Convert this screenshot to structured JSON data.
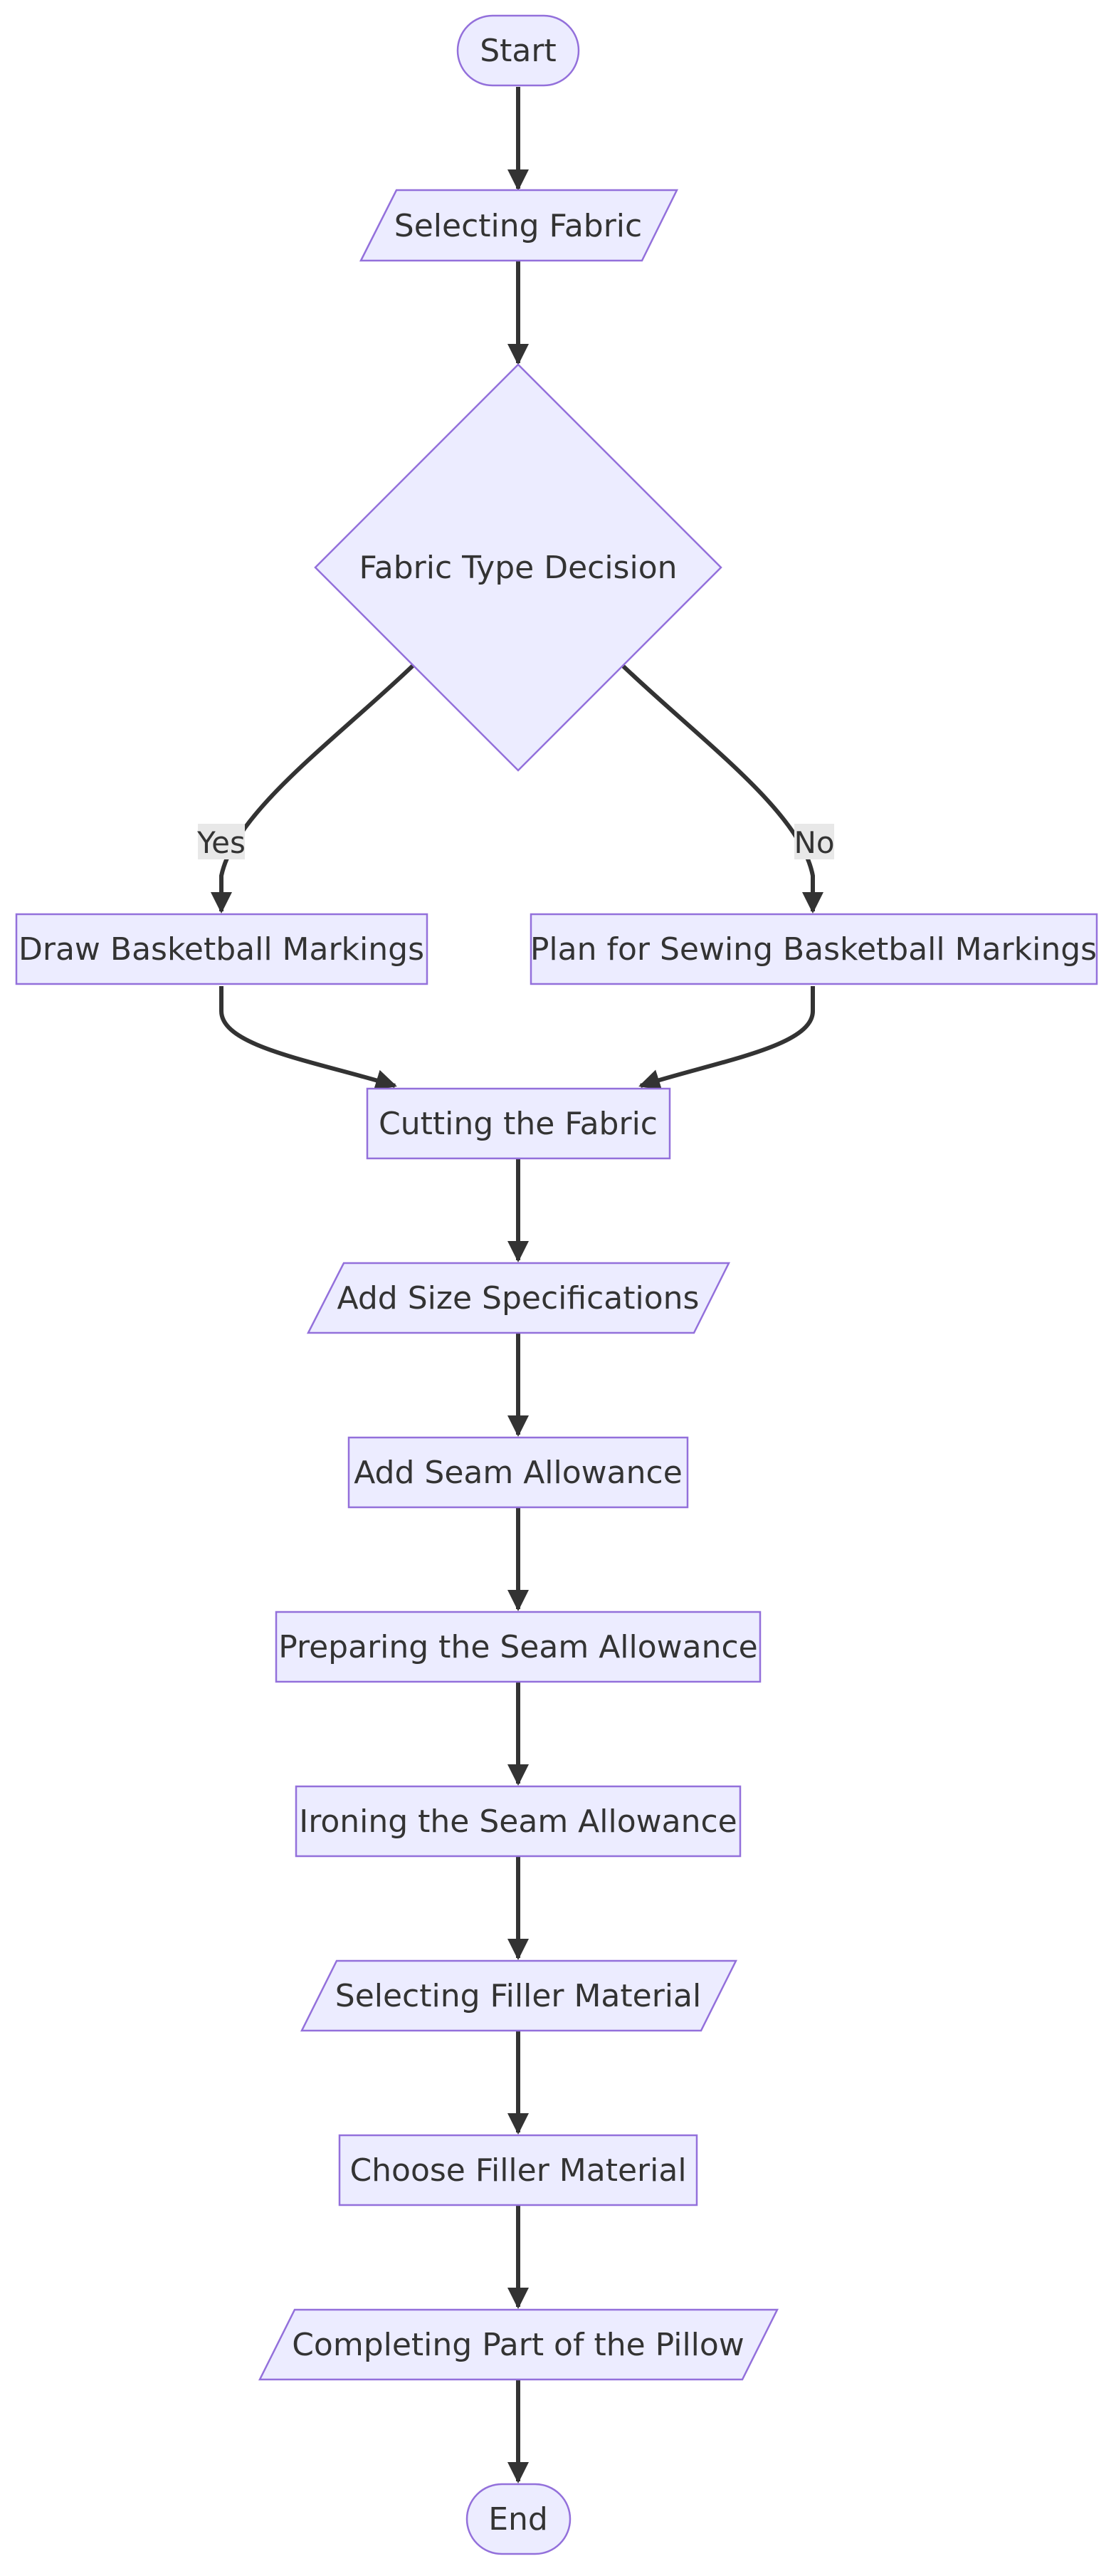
{
  "diagram": {
    "type": "flowchart",
    "nodes": {
      "start": "Start",
      "selecting_fabric": "Selecting Fabric",
      "fabric_type_decision": "Fabric Type Decision",
      "draw_markings": "Draw Basketball Markings",
      "plan_sewing": "Plan for Sewing Basketball Markings",
      "cutting_fabric": "Cutting the Fabric",
      "add_size": "Add Size Specifications",
      "add_seam": "Add Seam Allowance",
      "preparing_seam": "Preparing the Seam Allowance",
      "ironing_seam": "Ironing the Seam Allowance",
      "selecting_filler": "Selecting Filler Material",
      "choose_filler": "Choose Filler Material",
      "completing_part": "Completing Part of the Pillow",
      "end": "End"
    },
    "edge_labels": {
      "yes": "Yes",
      "no": "No"
    },
    "colors": {
      "node_fill": "#ececff",
      "node_stroke": "#9370db",
      "edge": "#333333",
      "label_bg": "#e8e8e8",
      "text": "#333333"
    }
  }
}
